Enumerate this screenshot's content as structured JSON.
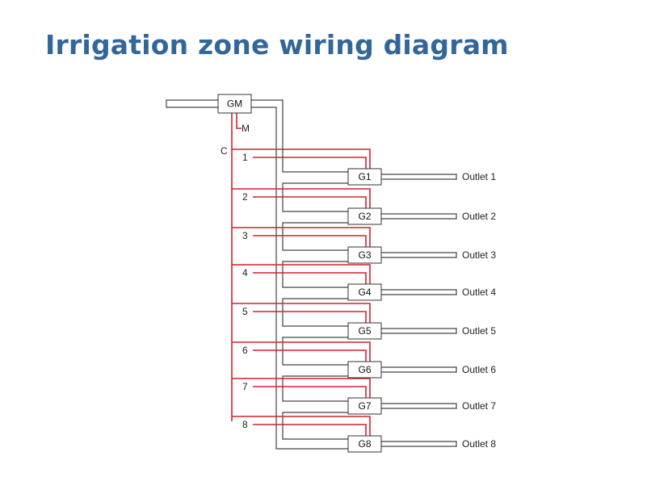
{
  "title": "Irrigation zone wiring diagram",
  "colors": {
    "title": "#336699",
    "common_wire": "#d0212e",
    "pipe": "#444444"
  },
  "main_valve": {
    "label": "GM",
    "master_label": "M",
    "common_label": "C"
  },
  "zones": [
    {
      "wire": "1",
      "valve": "G1",
      "outlet": "Outlet 1"
    },
    {
      "wire": "2",
      "valve": "G2",
      "outlet": "Outlet 2"
    },
    {
      "wire": "3",
      "valve": "G3",
      "outlet": "Outlet 3"
    },
    {
      "wire": "4",
      "valve": "G4",
      "outlet": "Outlet 4"
    },
    {
      "wire": "5",
      "valve": "G5",
      "outlet": "Outlet 5"
    },
    {
      "wire": "6",
      "valve": "G6",
      "outlet": "Outlet 6"
    },
    {
      "wire": "7",
      "valve": "G7",
      "outlet": "Outlet 7"
    },
    {
      "wire": "8",
      "valve": "G8",
      "outlet": "Outlet 8"
    }
  ]
}
